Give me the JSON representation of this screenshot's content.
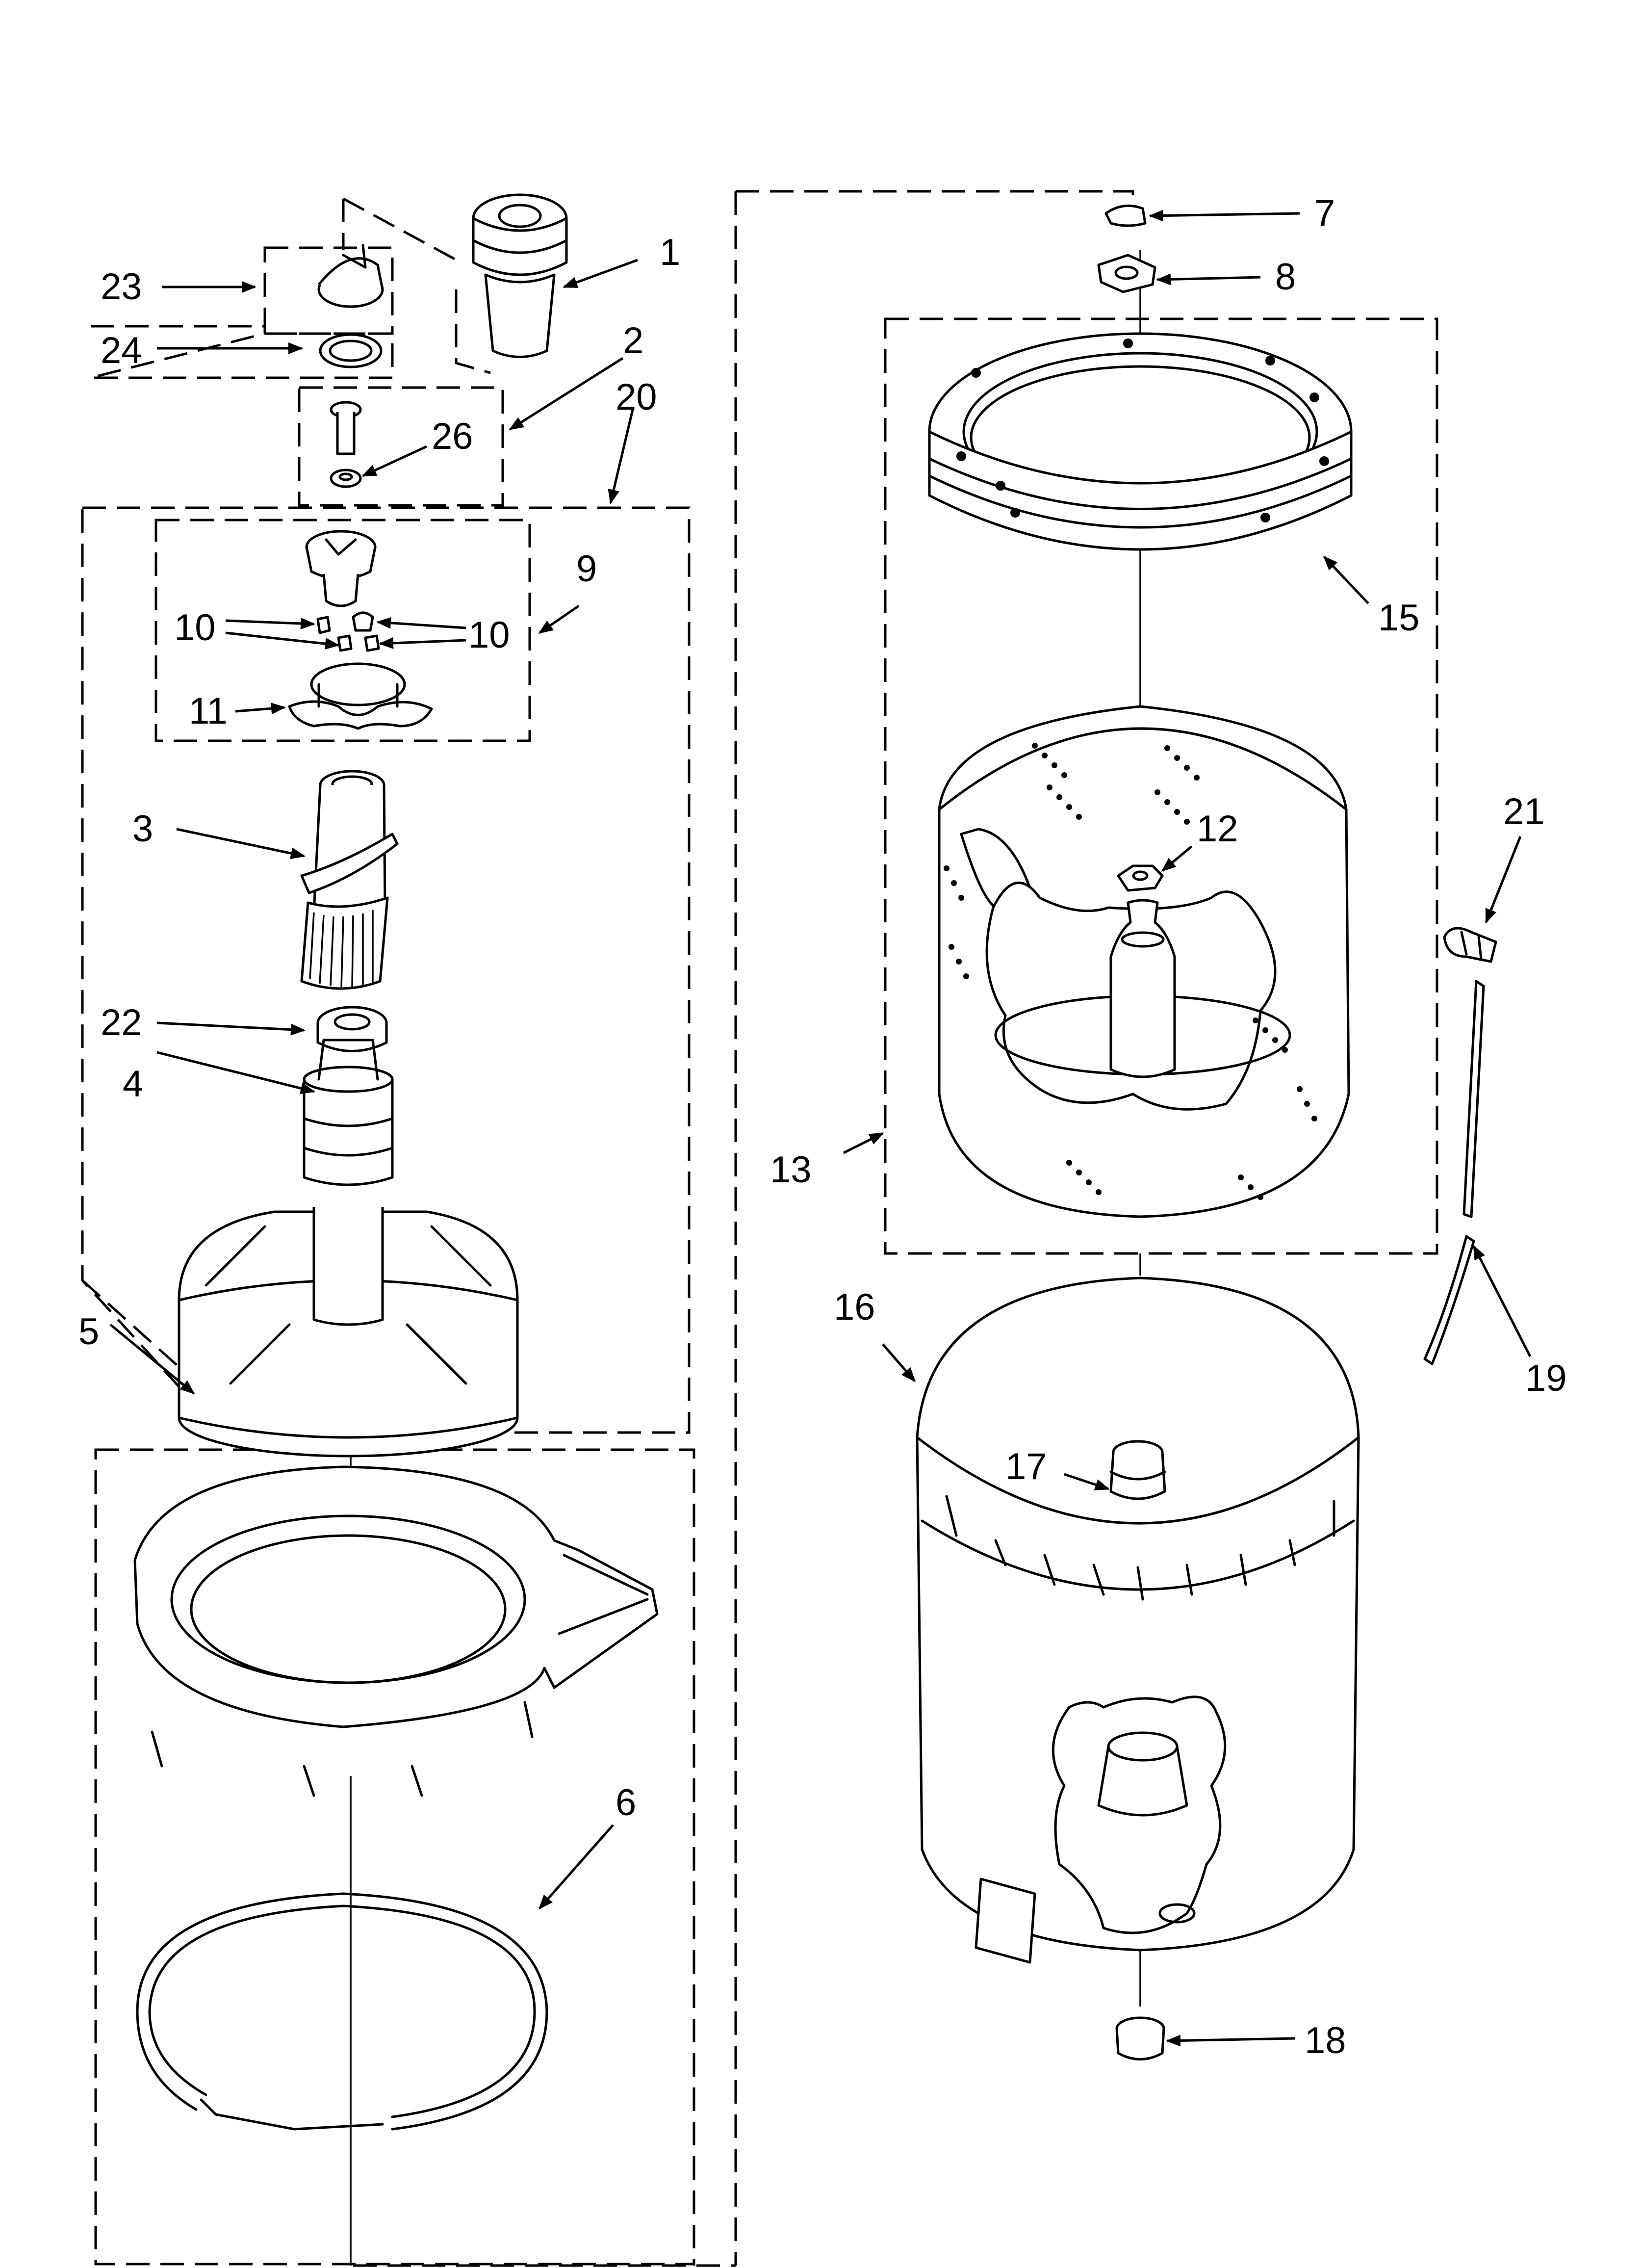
{
  "callouts": [
    {
      "id": "c1",
      "text": "1"
    },
    {
      "id": "c2",
      "text": "2"
    },
    {
      "id": "c3",
      "text": "3"
    },
    {
      "id": "c4",
      "text": "4"
    },
    {
      "id": "c5",
      "text": "5"
    },
    {
      "id": "c6",
      "text": "6"
    },
    {
      "id": "c7",
      "text": "7"
    },
    {
      "id": "c8",
      "text": "8"
    },
    {
      "id": "c9",
      "text": "9"
    },
    {
      "id": "c10a",
      "text": "10"
    },
    {
      "id": "c10b",
      "text": "10"
    },
    {
      "id": "c11",
      "text": "11"
    },
    {
      "id": "c12",
      "text": "12"
    },
    {
      "id": "c13",
      "text": "13"
    },
    {
      "id": "c15",
      "text": "15"
    },
    {
      "id": "c16",
      "text": "16"
    },
    {
      "id": "c17",
      "text": "17"
    },
    {
      "id": "c18",
      "text": "18"
    },
    {
      "id": "c19",
      "text": "19"
    },
    {
      "id": "c20",
      "text": "20"
    },
    {
      "id": "c21",
      "text": "21"
    },
    {
      "id": "c22",
      "text": "22"
    },
    {
      "id": "c23",
      "text": "23"
    },
    {
      "id": "c24",
      "text": "24"
    },
    {
      "id": "c26",
      "text": "26"
    }
  ]
}
